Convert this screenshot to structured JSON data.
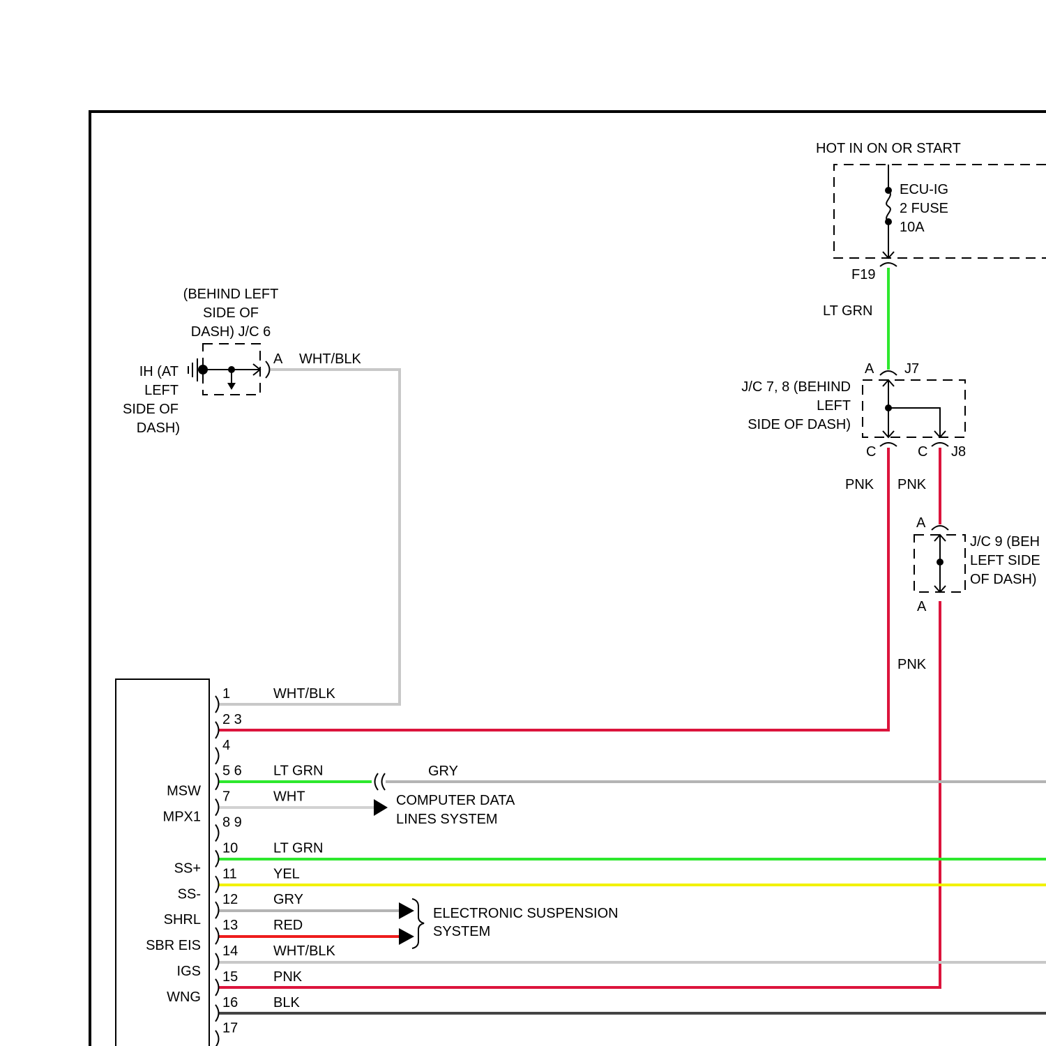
{
  "colors": {
    "wht_blk": "#c8c8c8",
    "pnk": "#dc143c",
    "lt_grn": "#2ee82e",
    "gry": "#b4b4b4",
    "wht": "#d2d2d2",
    "yel": "#f2f200",
    "red": "#ee1c1c",
    "blk": "#444444"
  },
  "power": {
    "hot_label": "HOT IN ON OR START",
    "fuse_lines": [
      "ECU-IG",
      "2 FUSE",
      "10A"
    ],
    "connector": "F19",
    "wire_label": "LT GRN"
  },
  "jc78": {
    "label_lines": [
      "J/C 7, 8 (BEHIND",
      "LEFT",
      "SIDE OF DASH)"
    ],
    "top_pin": "A",
    "top_connector": "J7",
    "bottom_pin_left": "C",
    "bottom_pin_right": "C",
    "bottom_connector": "J8",
    "wire_left": "PNK",
    "wire_right": "PNK"
  },
  "jc9": {
    "label_lines": [
      "J/C 9 (BEH",
      "LEFT SIDE",
      "OF DASH)"
    ],
    "top_pin": "A",
    "bottom_pin": "A",
    "wire_label": "PNK"
  },
  "jc6": {
    "label_lines": [
      "(BEHIND LEFT",
      "SIDE OF",
      "DASH) J/C 6"
    ],
    "ground_label_lines": [
      "IH (AT",
      "LEFT",
      "SIDE OF",
      "DASH)"
    ],
    "pin": "A",
    "wire_label": "WHT/BLK"
  },
  "pins": [
    {
      "num": "1",
      "name": "",
      "wire": "WHT/BLK"
    },
    {
      "num": "2 3",
      "name": "",
      "wire": ""
    },
    {
      "num": "4",
      "name": "",
      "wire": ""
    },
    {
      "num": "5 6",
      "name": "MSW",
      "wire": "LT GRN"
    },
    {
      "num": "7",
      "name": "MPX1",
      "wire": "WHT"
    },
    {
      "num": "8 9",
      "name": "",
      "wire": ""
    },
    {
      "num": "10",
      "name": "SS+",
      "wire": "LT GRN"
    },
    {
      "num": "11",
      "name": "SS-",
      "wire": "YEL"
    },
    {
      "num": "12",
      "name": "SHRL",
      "wire": "GRY"
    },
    {
      "num": "13",
      "name": "SBR EIS",
      "wire": "RED"
    },
    {
      "num": "14",
      "name": "IGS",
      "wire": "WHT/BLK"
    },
    {
      "num": "15",
      "name": "WNG",
      "wire": "PNK"
    },
    {
      "num": "16",
      "name": "",
      "wire": "BLK"
    },
    {
      "num": "17",
      "name": "",
      "wire": ""
    }
  ],
  "cdl": {
    "wire_label": "GRY",
    "system_lines": [
      "COMPUTER DATA",
      "LINES SYSTEM"
    ]
  },
  "eis": {
    "system_lines": [
      "ELECTRONIC SUSPENSION",
      "SYSTEM"
    ]
  }
}
